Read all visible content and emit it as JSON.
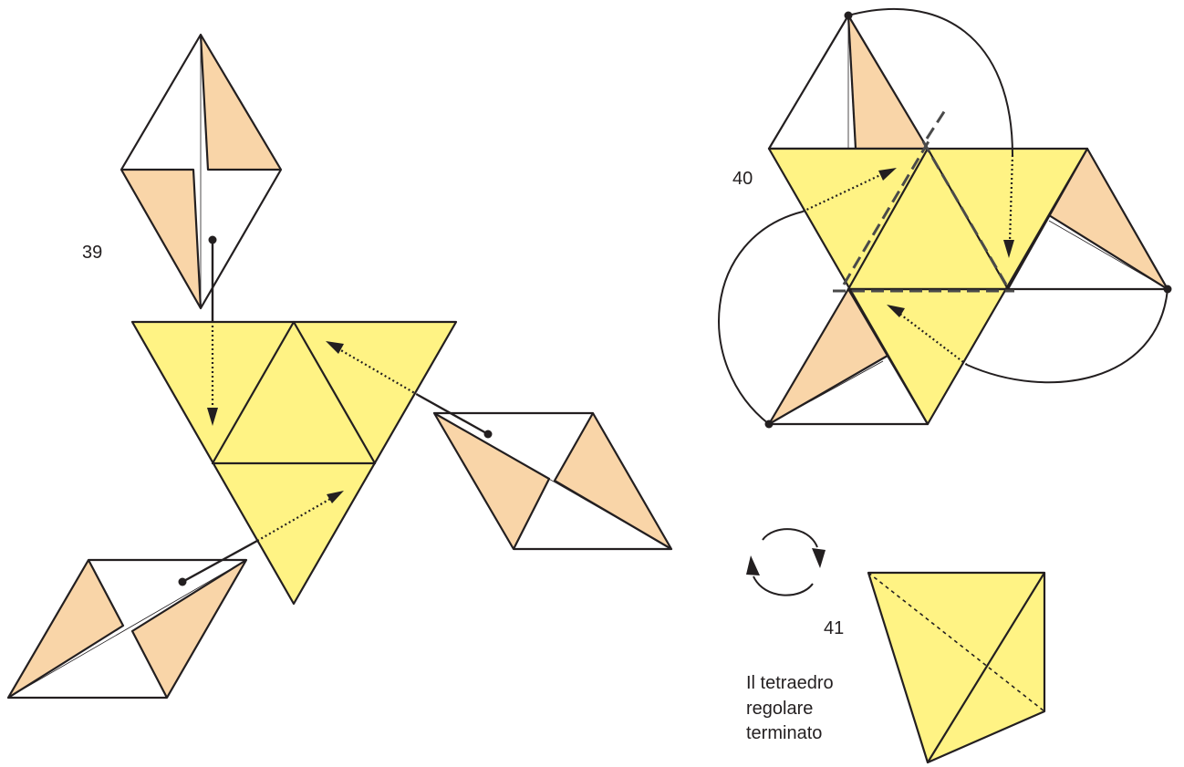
{
  "steps": {
    "step39": "39",
    "step40": "40",
    "step41": "41"
  },
  "caption": {
    "line1": "Il tetraedro",
    "line2": "regolare",
    "line3": "terminato"
  },
  "colors": {
    "yellow": "#fff384",
    "peach": "#f9d5a8",
    "line": "#231f20"
  },
  "icons": {
    "rotate": "rotate-arrows-icon"
  }
}
